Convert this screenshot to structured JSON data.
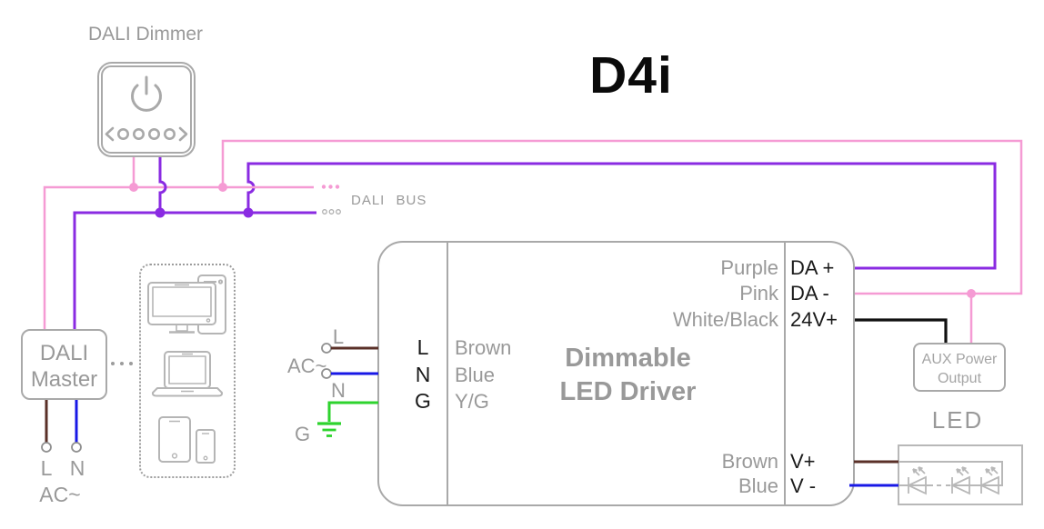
{
  "title": "D4i",
  "colors": {
    "pink": "#f59bd4",
    "purple": "#8a2be2",
    "brown": "#5a3028",
    "blue": "#1818e6",
    "green": "#2ed32e",
    "black_wire": "#111111",
    "box_border": "#a9a9a9",
    "icon_gray": "#b5b5b5",
    "text_gray": "#999999",
    "text_black": "#1a1a1a"
  },
  "dali_dimmer": {
    "label": "DALI Dimmer"
  },
  "dali_bus": {
    "label": "DALI BUS"
  },
  "dali_master": {
    "line1": "DALI",
    "line2": "Master",
    "terminal_l": "L",
    "terminal_n": "N",
    "ac_label": "AC~"
  },
  "ac_input": {
    "l": "L",
    "ac": "AC~",
    "n": "N",
    "g": "G"
  },
  "driver": {
    "terminal_block": {
      "l": "L",
      "n": "N",
      "g": "G"
    },
    "input_wires": {
      "l": "Brown",
      "n": "Blue",
      "g": "Y/G"
    },
    "name_line1": "Dimmable",
    "name_line2": "LED Driver",
    "outputs_top": [
      {
        "wire": "Purple",
        "terminal": "DA +"
      },
      {
        "wire": "Pink",
        "terminal": "DA -"
      },
      {
        "wire": "White/Black",
        "terminal": "24V+"
      }
    ],
    "outputs_bottom": [
      {
        "wire": "Brown",
        "terminal": "V+"
      },
      {
        "wire": "Blue",
        "terminal": "V -"
      }
    ]
  },
  "aux": {
    "line1": "AUX Power",
    "line2": "Output"
  },
  "led": {
    "label": "LED"
  }
}
